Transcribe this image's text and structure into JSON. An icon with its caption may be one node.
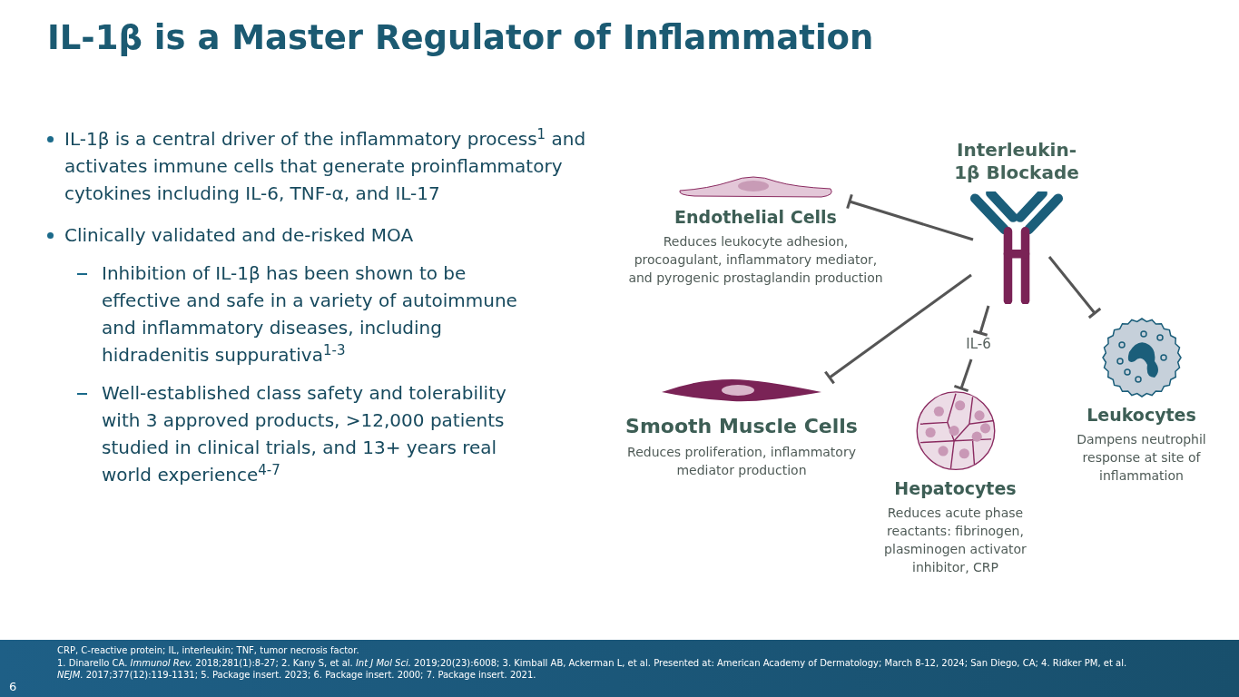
{
  "diagram": {
    "title": "IL-1β is a Master Regulator of Inflammation",
    "nodes": [
      {
        "text": [
          "Interleukin-1β Blockade"
        ]
      },
      {
        "text": [
          "Endothelial Cells",
          "Reduces leukocyte adhesion, procoagulant, inflammatory mediator, and pyrogenic prostaglandin production"
        ]
      },
      {
        "text": [
          "Smooth Muscle Cells",
          "Reduces proliferation, inflammatory mediator production"
        ]
      },
      {
        "text": [
          "IL-6"
        ]
      },
      {
        "text": [
          "Hepatocytes",
          "Reduces acute phase reactants: fibrinogen, plasminogen activator inhibitor, CRP"
        ]
      },
      {
        "text": [
          "Leukocytes",
          "Dampens neutrophil response at site of inflammation"
        ]
      }
    ],
    "edges": [
      {
        "from": 0,
        "to": 1,
        "arrow": "other"
      },
      {
        "from": 0,
        "to": 2,
        "arrow": "other"
      },
      {
        "from": 0,
        "to": 3,
        "arrow": "other"
      },
      {
        "from": 3,
        "to": 4,
        "arrow": "other"
      },
      {
        "from": 0,
        "to": 5,
        "arrow": "other"
      }
    ],
    "labels": [
      "IL-1β is a central driver of the inflammatory process$^{1}$ and activates immune cells that generate proinflammatory cytokines including IL-6, TNF-α, and IL-17",
      "Clinically validated and de-risked MOA",
      "Inhibition of IL-1β has been shown to be effective and safe in a variety of autoimmune and inflammatory diseases, including hidradenitis suppurativa$^{1-3}$",
      "Well-established class safety and tolerability with 3 approved products, >12,000 patients studied in clinical trials, and 13+ years real world experience$^{4-7}$",
      "CRP, C-reactive protein; IL, interleukin; TNF, tumor necrosis factor.",
      "1. Dinarello CA. *Immunol Rev.* 2018;281(1):8-27; 2. Kany S, et al. *Int J Mol Sci.* 2019;20(23):6008; 3. Kimball AB, Ackerman L, et al. Presented at: American Academy of Dermatology; March 8-12, 2024; San Diego, CA; 4. Ridker PM, et al. *NEJM.* 2017;377(12):119-1131; 5. Package insert. 2023; 6. Package insert. 2000; 7. Package insert. 2021.",
      "6"
    ]
  }
}
